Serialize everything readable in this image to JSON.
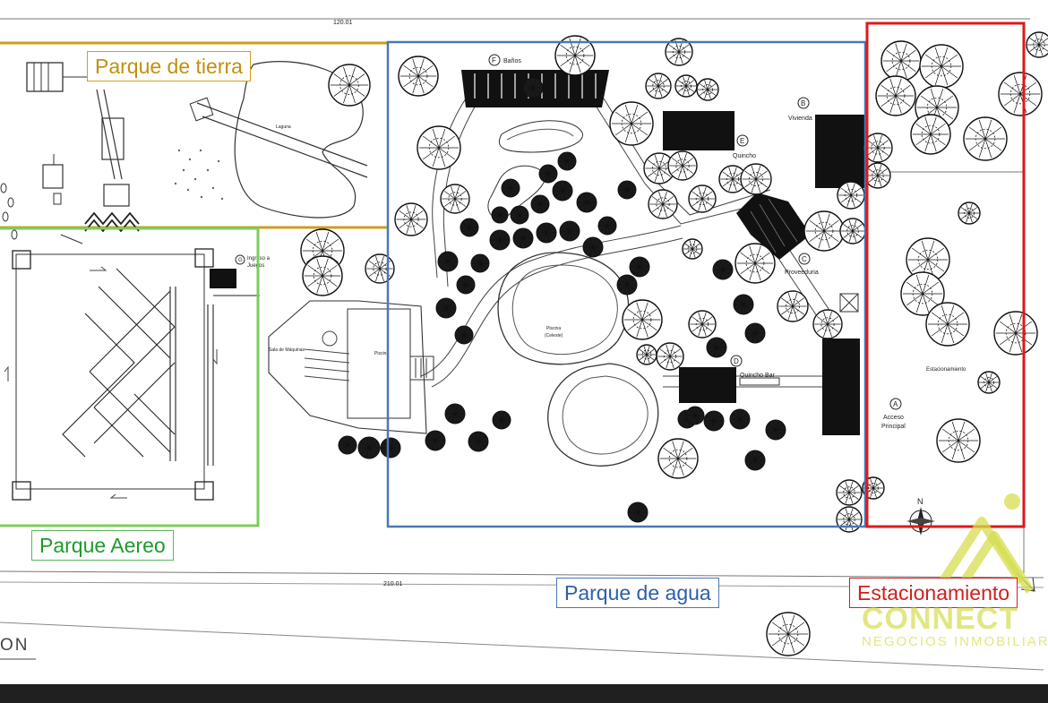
{
  "zones": {
    "parque_tierra": {
      "label": "Parque de tierra",
      "color": "#d4a017"
    },
    "parque_aereo": {
      "label": "Parque Aereo",
      "color": "#5cb85c"
    },
    "parque_agua": {
      "label": "Parque de agua",
      "color": "#4a78b8"
    },
    "estacionamiento": {
      "label": "Estacionamiento",
      "color": "#d11f1f"
    }
  },
  "plan_labels": {
    "banos": "Baños",
    "vivienda": "Vivienda",
    "quincho": "Quincho",
    "proveeduria": "Proveeduria",
    "quincho_bar": "Quincho Bar",
    "acceso": "Acceso",
    "principal": "Principal",
    "estacionamiento": "Estacionamiento",
    "ingreso": "Ingreso a",
    "juegos": "Juegos",
    "piscina": "Piscina",
    "piscina_sub": "(Celeste)",
    "sala": "Sala de Máquinas",
    "laguna": "Laguna",
    "n": "N",
    "letter_a": "A",
    "letter_b": "B",
    "letter_c": "C",
    "letter_d": "D",
    "letter_e": "E",
    "letter_f": "F",
    "letter_g": "G",
    "dim_top": "120.01",
    "dim_bottom": "210.01"
  },
  "watermark": {
    "name": "CONNECT",
    "tagline": "NEGOCIOS INMOBILIARIOS"
  },
  "title_fragment": "ON",
  "colors": {
    "tree_outline": "#111111",
    "paths": "#555555",
    "buildings": "#111111"
  }
}
